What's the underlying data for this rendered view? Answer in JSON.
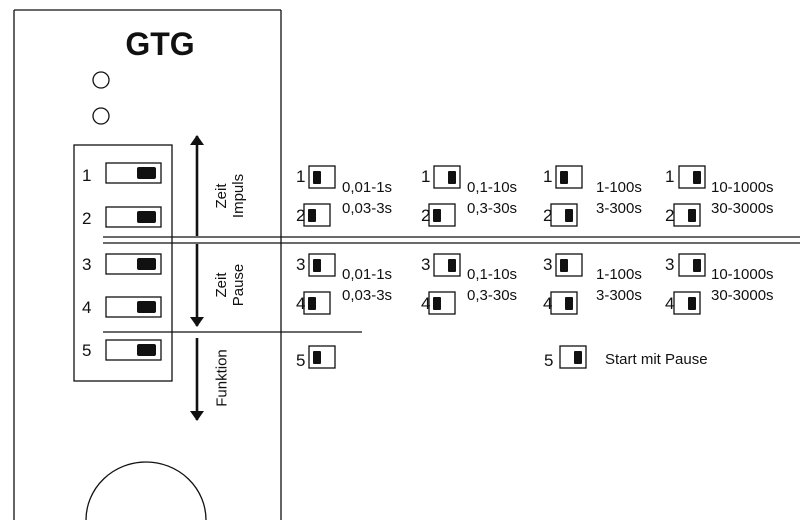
{
  "device": {
    "title": "GTG",
    "switch_numbers": [
      "1",
      "2",
      "3",
      "4",
      "5"
    ],
    "labels": {
      "impulse": [
        "Zeit",
        "Impuls"
      ],
      "pause": [
        "Zeit",
        "Pause"
      ],
      "function": "Funktion"
    }
  },
  "settings": {
    "impulse_rows": [
      {
        "n1": "1",
        "n2": "2",
        "upper": "0,01-1s",
        "lower": "0,03-3s"
      },
      {
        "n1": "1",
        "n2": "2",
        "upper": "0,1-10s",
        "lower": "0,3-30s"
      },
      {
        "n1": "1",
        "n2": "2",
        "upper": "1-100s",
        "lower": "3-300s"
      },
      {
        "n1": "1",
        "n2": "2",
        "upper": "10-1000s",
        "lower": "30-3000s"
      }
    ],
    "pause_rows": [
      {
        "n1": "3",
        "n2": "4",
        "upper": "0,01-1s",
        "lower": "0,03-3s"
      },
      {
        "n1": "3",
        "n2": "4",
        "upper": "0,1-10s",
        "lower": "0,3-30s"
      },
      {
        "n1": "3",
        "n2": "4",
        "upper": "1-100s",
        "lower": "3-300s"
      },
      {
        "n1": "3",
        "n2": "4",
        "upper": "10-1000s",
        "lower": "30-3000s"
      }
    ],
    "function_rows": [
      {
        "n": "5",
        "text": ""
      },
      {
        "n": "5",
        "text": "Start mit Pause"
      }
    ]
  }
}
